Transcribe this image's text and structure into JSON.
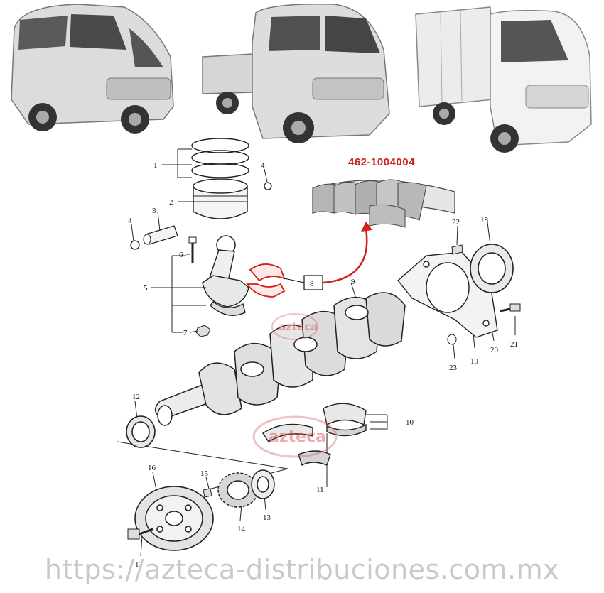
{
  "part_number": "462-1004004",
  "website": "https://azteca-distribuciones.com.mx",
  "watermark": "azteca",
  "callouts": {
    "c1": "1",
    "c2": "2",
    "c3": "3",
    "c4a": "4",
    "c4b": "4",
    "c5": "5",
    "c6": "6",
    "c7": "7",
    "c8": "8",
    "c9": "9",
    "c10": "10",
    "c11": "11",
    "c12": "12",
    "c13": "13",
    "c14": "14",
    "c15": "15",
    "c16": "16",
    "c17": "17",
    "c18": "18",
    "c19": "19",
    "c20": "20",
    "c21": "21",
    "c22": "22",
    "c23": "23"
  },
  "colors": {
    "accent": "#d0201a",
    "line": "#111111",
    "vehicle": "#d9d9d9",
    "watermark": "#c9c9c9"
  }
}
